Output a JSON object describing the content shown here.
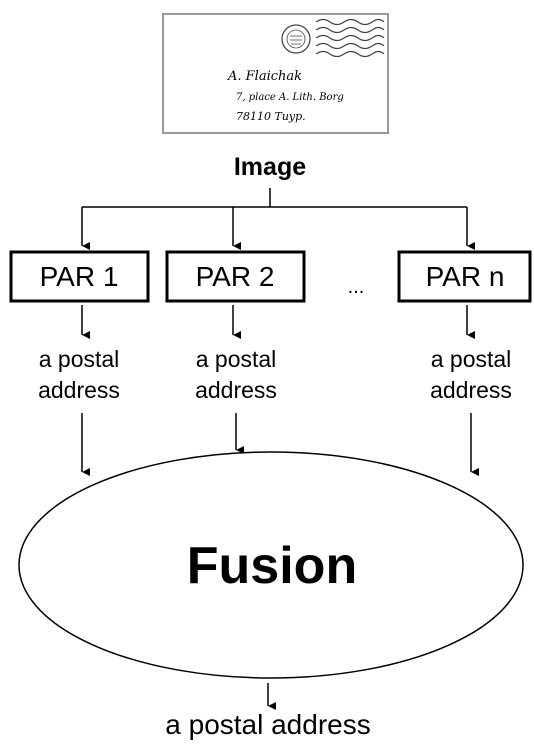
{
  "envelope": {
    "address_lines": [
      "A. Flaichak",
      "7, place A. Lith. Borg",
      "78110 Tuyp."
    ]
  },
  "image_label": "Image",
  "recognizers": [
    {
      "label": "PAR 1",
      "output_line1": "a postal",
      "output_line2": "address"
    },
    {
      "label": "PAR 2",
      "output_line1": "a postal",
      "output_line2": "address"
    },
    {
      "label": "PAR n",
      "output_line1": "a postal",
      "output_line2": "address"
    }
  ],
  "ellipsis": "...",
  "fusion_label": "Fusion",
  "final_output": "a postal address",
  "colors": {
    "stroke": "#000000",
    "envelope_border": "#9a9a9a",
    "stamp_ink": "#444444"
  }
}
